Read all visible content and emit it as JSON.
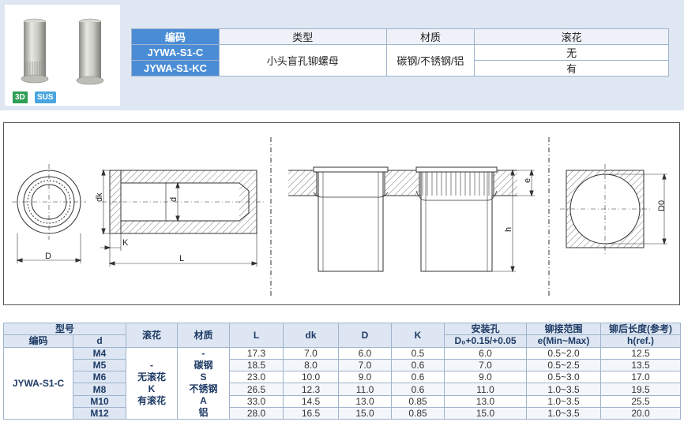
{
  "product": {
    "badge_3d": "3D",
    "badge_sus": "SUS"
  },
  "header_table": {
    "headers": [
      "编码",
      "类型",
      "材质",
      "滚花"
    ],
    "codes": [
      "JYWA-S1-C",
      "JYWA-S1-KC"
    ],
    "type": "小头盲孔铆螺母",
    "material": "碳钢/不锈钢/铝",
    "knurl": [
      "无",
      "有"
    ]
  },
  "drawing": {
    "labels": {
      "d": "d",
      "dk": "dk",
      "D": "D",
      "K": "K",
      "L": "L",
      "e": "e",
      "h": "h",
      "D0": "D0"
    }
  },
  "spec_table": {
    "group_header": "型号",
    "sub_code": "编码",
    "sub_d": "d",
    "col_knurl": "滚花",
    "col_material": "材质",
    "col_L": "L",
    "col_dk": "dk",
    "col_D": "D",
    "col_K": "K",
    "col_hole": "安装孔",
    "col_hole_sub": "D₀+0.15/+0.05",
    "col_range": "铆接范围",
    "col_range_sub": "e(Min~Max)",
    "col_h": "铆后长度(参考)",
    "col_h_sub": "h(ref.)",
    "code": "JYWA-S1-C",
    "knurl_text": [
      "-",
      "无滚花",
      "K",
      "有滚花"
    ],
    "material_text": [
      "-",
      "碳钢",
      "S",
      "不锈钢",
      "A",
      "铝"
    ],
    "rows": [
      {
        "d": "M4",
        "L": "17.3",
        "dk": "7.0",
        "D": "6.0",
        "K": "0.5",
        "hole": "6.0",
        "range": "0.5~2.0",
        "h": "12.5"
      },
      {
        "d": "M5",
        "L": "18.5",
        "dk": "8.0",
        "D": "7.0",
        "K": "0.6",
        "hole": "7.0",
        "range": "0.5~2.5",
        "h": "13.5"
      },
      {
        "d": "M6",
        "L": "23.0",
        "dk": "10.0",
        "D": "9.0",
        "K": "0.6",
        "hole": "9.0",
        "range": "0.5~3.0",
        "h": "17.0"
      },
      {
        "d": "M8",
        "L": "26.5",
        "dk": "12.3",
        "D": "11.0",
        "K": "0.6",
        "hole": "11.0",
        "range": "1.0~3.5",
        "h": "19.5"
      },
      {
        "d": "M10",
        "L": "33.0",
        "dk": "14.5",
        "D": "13.0",
        "K": "0.85",
        "hole": "13.0",
        "range": "1.0~3.5",
        "h": "25.5"
      },
      {
        "d": "M12",
        "L": "28.0",
        "dk": "16.5",
        "D": "15.0",
        "K": "0.85",
        "hole": "15.0",
        "range": "1.0~3.5",
        "h": "20.0"
      }
    ]
  }
}
